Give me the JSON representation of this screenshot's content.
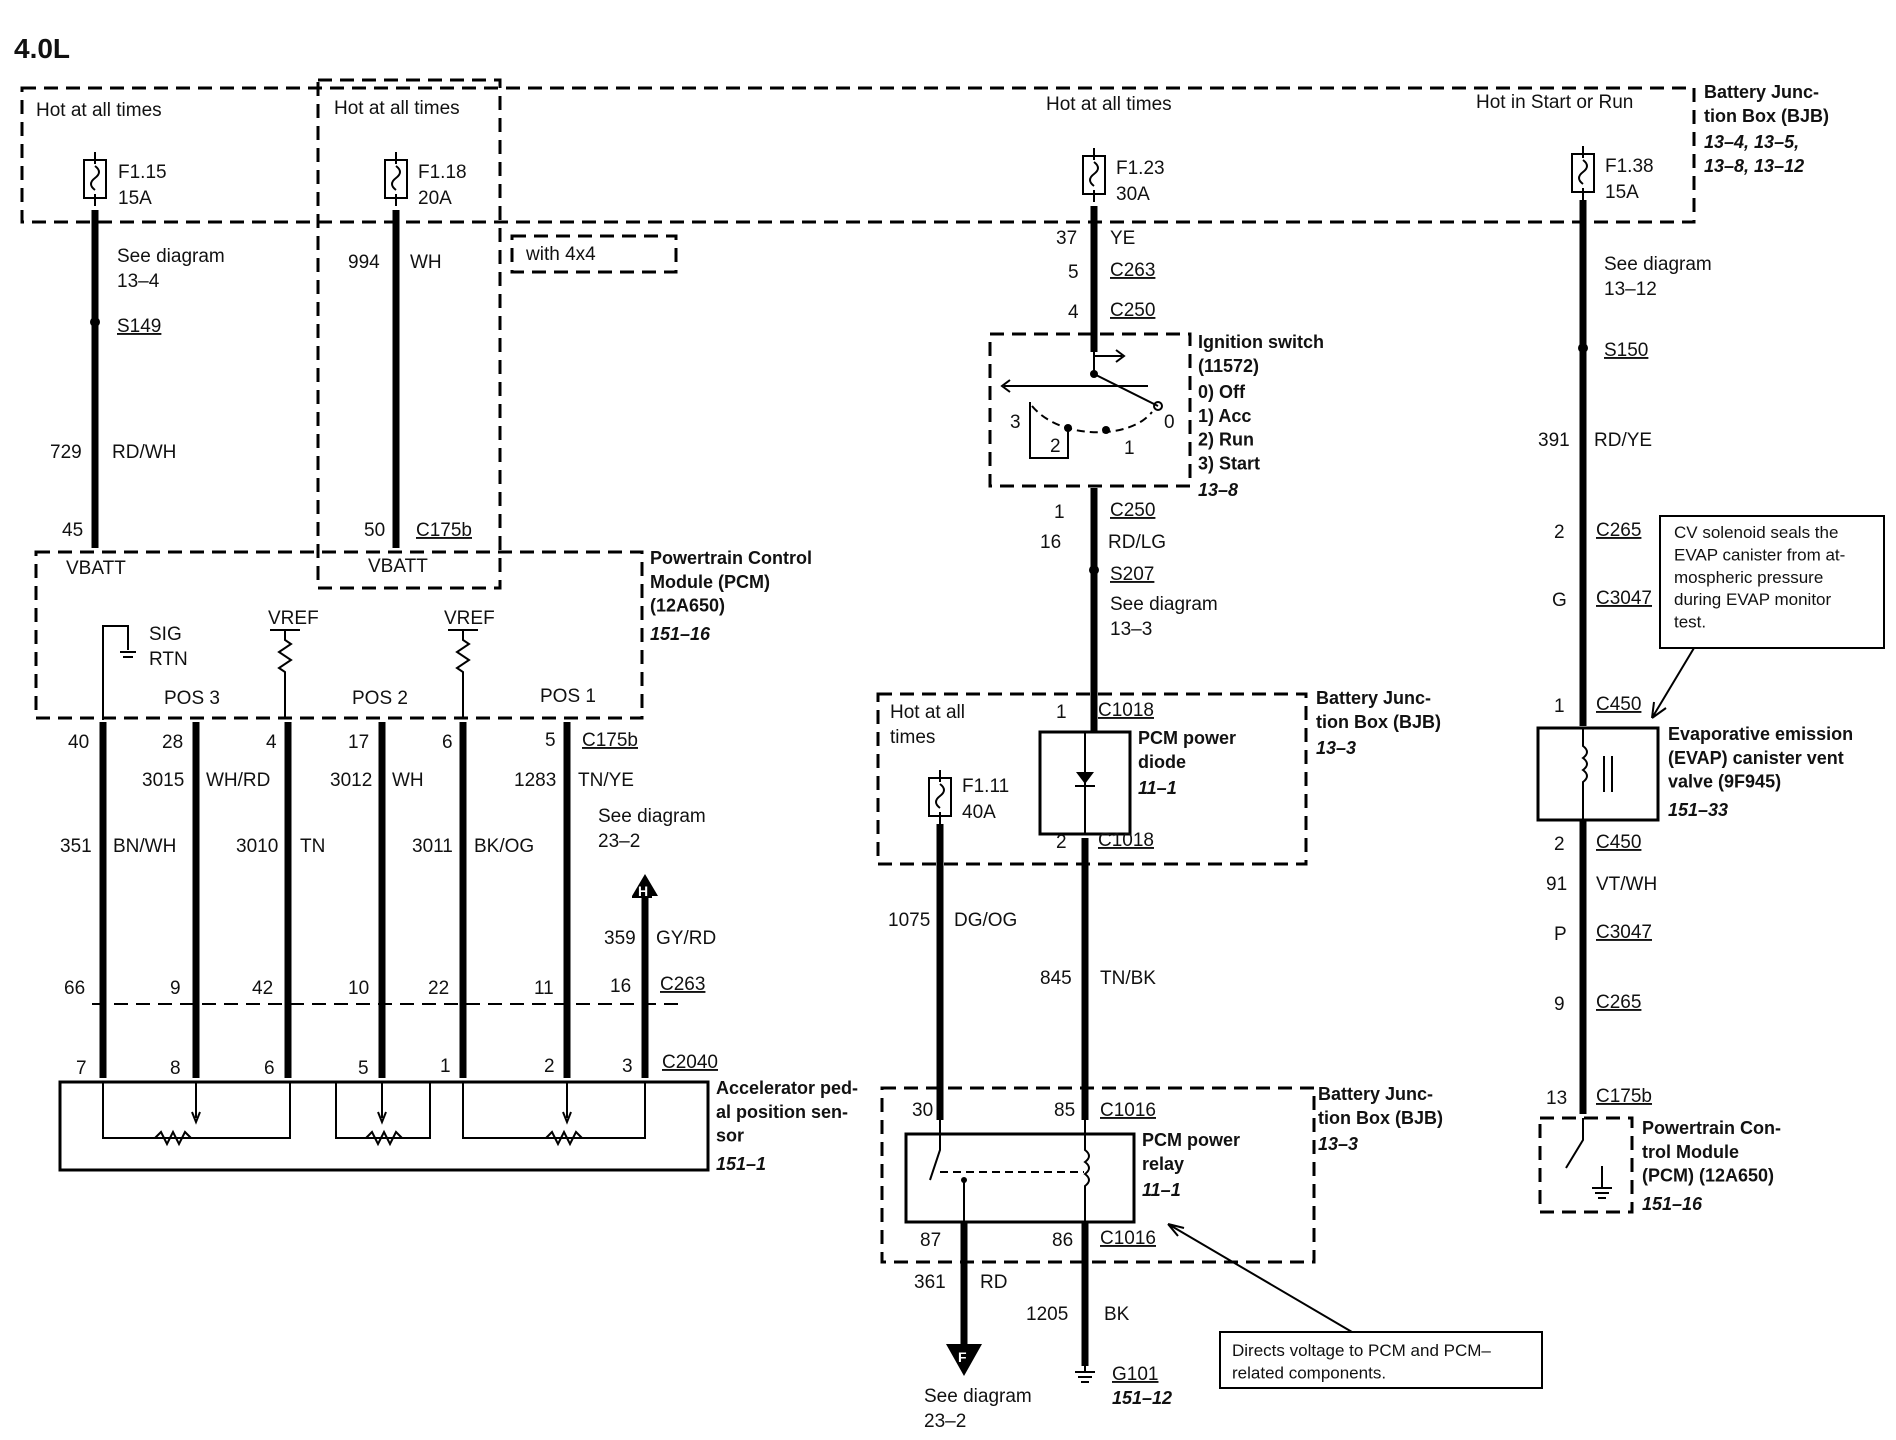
{
  "title": "4.0L",
  "junction_top": {
    "hot_1": "Hot at all times",
    "hot_2": "Hot at all times",
    "hot_3": "Hot at all times",
    "hot_4": "Hot in Start or Run",
    "name": "Battery Junc-\ntion Box (BJB)",
    "refs": "13–4, 13–5,\n13–8, 13–12",
    "option": "with 4x4"
  },
  "fuses": [
    {
      "id": "F1.15",
      "amp": "15A"
    },
    {
      "id": "F1.18",
      "amp": "20A"
    },
    {
      "id": "F1.23",
      "amp": "30A"
    },
    {
      "id": "F1.38",
      "amp": "15A"
    },
    {
      "id": "F1.11",
      "amp": "40A"
    }
  ],
  "left": {
    "see_diagram": "See diagram\n13–4",
    "splice": "S149",
    "circ1": "729",
    "color1": "RD/WH",
    "pin1": "45",
    "circ2": "994",
    "color2": "WH",
    "pin2": "50",
    "conn": "C175b",
    "vbatt1": "VBATT",
    "vbatt2": "VBATT"
  },
  "pcm_left": {
    "name": "Powertrain Control\nModule (PCM)\n(12A650)",
    "ref": "151–16",
    "sig": "SIG\nRTN",
    "vref1": "VREF",
    "vref2": "VREF",
    "pos3": "POS 3",
    "pos2": "POS 2",
    "pos1": "POS 1"
  },
  "pedal_wires": [
    {
      "pin_top": "40",
      "circ": "351",
      "color": "BN/WH",
      "pin_c263": "66",
      "pin_c2040": "7"
    },
    {
      "pin_top": "28",
      "circ": "3015",
      "color": "WH/RD",
      "pin_c263": "9",
      "pin_c2040": "8"
    },
    {
      "pin_top": "4",
      "circ": "3010",
      "color": "TN",
      "pin_c263": "42",
      "pin_c2040": "6"
    },
    {
      "pin_top": "17",
      "circ": "3012",
      "color": "WH",
      "pin_c263": "10",
      "pin_c2040": "5"
    },
    {
      "pin_top": "6",
      "circ": "3011",
      "color": "BK/OG",
      "pin_c263": "22",
      "pin_c2040": "1"
    },
    {
      "pin_top": "5",
      "circ": "1283",
      "color": "TN/YE",
      "pin_c263": "11",
      "pin_c2040": "2"
    }
  ],
  "pedal_misc": {
    "conn_top": "C175b",
    "see_diagram": "See diagram\n23–2",
    "arrow_letter": "H",
    "circ": "359",
    "color": "GY/RD",
    "pin_c263": "16",
    "conn_c263": "C263",
    "pin_c2040": "3",
    "conn_c2040": "C2040",
    "sensor_name": "Accelerator ped-\nal position sen-\nsor",
    "sensor_ref": "151–1"
  },
  "middle": {
    "circ_ye": "37",
    "color_ye": "YE",
    "pin_c263": "5",
    "conn_c263": "C263",
    "pin_c250": "4",
    "conn_c250": "C250",
    "ign_name": "Ignition switch\n(11572)",
    "ign_pos": "0)   Off\n1)   Acc\n2)   Run\n3)   Start",
    "ign_ref": "13–8",
    "ign_n3": "3",
    "ign_n2": "2",
    "ign_n1": "1",
    "ign_n0": "0",
    "pin_c250b": "1",
    "conn_c250b": "C250",
    "circ_rdlg": "16",
    "color_rdlg": "RD/LG",
    "splice": "S207",
    "see_diagram": "See diagram\n13–3",
    "bjb_hot": "Hot at all\ntimes",
    "pin_c1018a": "1",
    "conn_c1018a": "C1018",
    "diode_name": "PCM power\ndiode",
    "diode_ref": "11–1",
    "pin_c1018b": "2",
    "conn_c1018b": "C1018",
    "bjb_name": "Battery Junc-\ntion Box (BJB)",
    "bjb_ref": "13–3",
    "circ_dgog": "1075",
    "color_dgog": "DG/OG",
    "circ_tnbk": "845",
    "color_tnbk": "TN/BK",
    "pin_30": "30",
    "pin_85": "85",
    "conn_c1016a": "C1016",
    "relay_name": "PCM power\nrelay",
    "relay_ref": "11–1",
    "bjb2_name": "Battery Junc-\ntion Box (BJB)",
    "bjb2_ref": "13–3",
    "pin_87": "87",
    "pin_86": "86",
    "conn_c1016b": "C1016",
    "circ_rd": "361",
    "color_rd": "RD",
    "circ_bk": "1205",
    "color_bk": "BK",
    "arrow_letter": "F",
    "see_diagram2": "See diagram\n23–2",
    "ground": "G101",
    "ground_ref": "151–12",
    "note": "Directs voltage to PCM and PCM–\nrelated components."
  },
  "right": {
    "see_diagram": "See diagram\n13–12",
    "splice": "S150",
    "circ1": "391",
    "color1": "RD/YE",
    "pin_c265": "2",
    "conn_c265": "C265",
    "pin_c3047": "G",
    "conn_c3047": "C3047",
    "pin_c450": "1",
    "conn_c450": "C450",
    "note": "CV solenoid seals the\nEVAP canister from at-\nmospheric pressure\nduring EVAP monitor\ntest.",
    "valve_name": "Evaporative emission\n(EVAP) canister vent\nvalve (9F945)",
    "valve_ref": "151–33",
    "pin_c450b": "2",
    "conn_c450b": "C450",
    "circ2": "91",
    "color2": "VT/WH",
    "pin_c3047b": "P",
    "conn_c3047b": "C3047",
    "pin_c265b": "9",
    "conn_c265b": "C265",
    "pin_c175b": "13",
    "conn_c175b": "C175b",
    "pcm_name": "Powertrain Con-\ntrol Module\n(PCM) (12A650)",
    "pcm_ref": "151–16"
  }
}
